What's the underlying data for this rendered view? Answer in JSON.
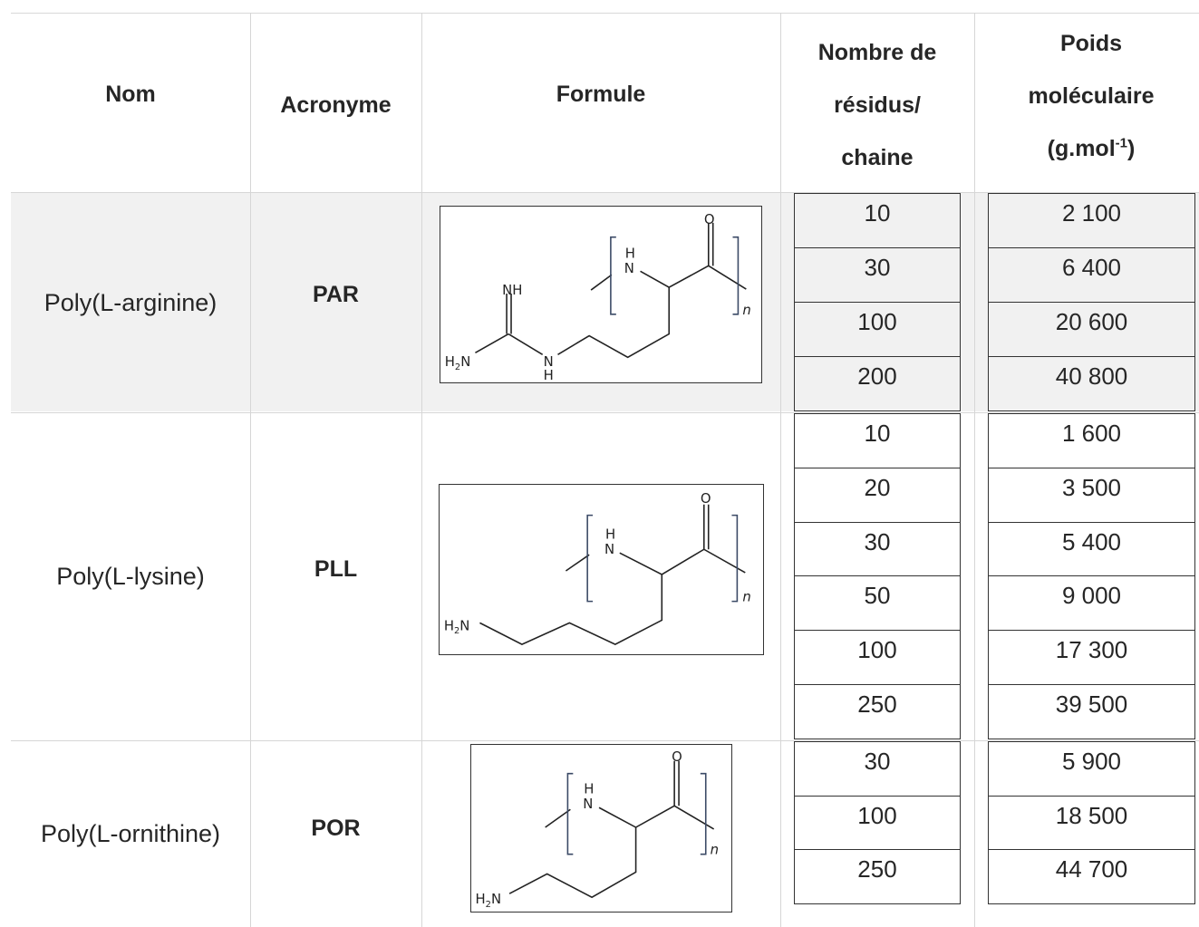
{
  "headers": {
    "nom": "Nom",
    "acronyme": "Acronyme",
    "formule": "Formule",
    "residus_l1": "Nombre de",
    "residus_l2": "résidus/",
    "residus_l3": "chaine",
    "poids_l1": "Poids",
    "poids_l2": "moléculaire",
    "poids_l3": "(g.mol",
    "poids_sup": "-1",
    "poids_end": ")"
  },
  "rows": [
    {
      "nom": "Poly(L-arginine)",
      "acronyme": "PAR",
      "residus": [
        "10",
        "30",
        "100",
        "200"
      ],
      "poids": [
        "2 100",
        "6 400",
        "20 600",
        "40 800"
      ]
    },
    {
      "nom": "Poly(L-lysine)",
      "acronyme": "PLL",
      "residus": [
        "10",
        "20",
        "30",
        "50",
        "100",
        "250"
      ],
      "poids": [
        "1 600",
        "3 500",
        "5 400",
        "9 000",
        "17 300",
        "39 500"
      ]
    },
    {
      "nom": "Poly(L-ornithine)",
      "acronyme": "POR",
      "residus": [
        "30",
        "100",
        "250"
      ],
      "poids": [
        "5 900",
        "18 500",
        "44 700"
      ]
    }
  ],
  "formula_labels": {
    "o": "O",
    "h": "H",
    "n": "N",
    "nh": "NH",
    "h2n": "H",
    "sub2": "2",
    "n_end": "N",
    "repeat": "n"
  }
}
